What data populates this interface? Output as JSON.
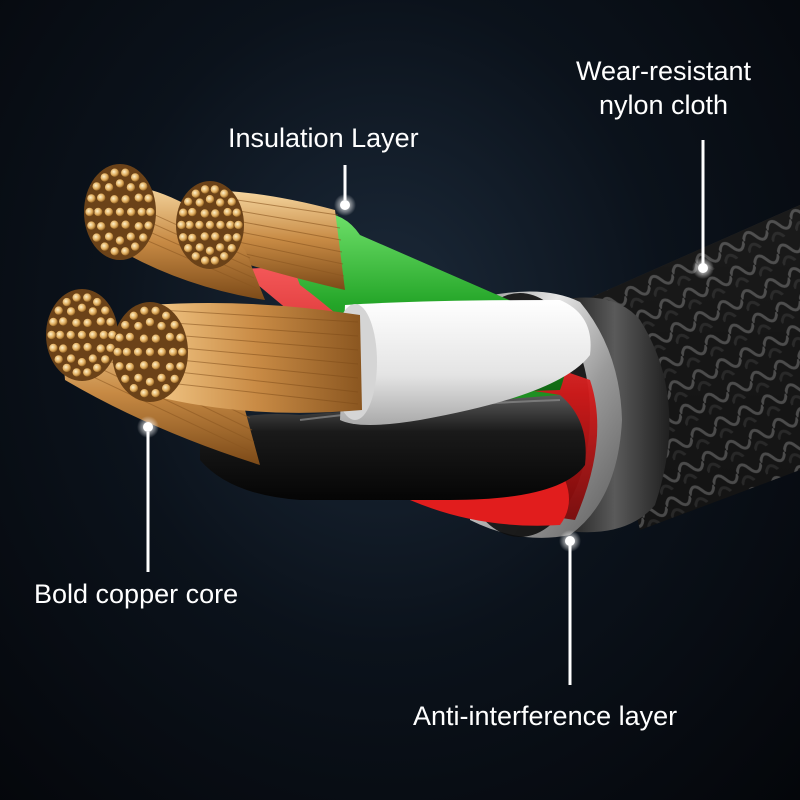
{
  "diagram": {
    "labels": {
      "insulation_layer": "Insulation Layer",
      "wear_resistant": [
        "Wear-resistant",
        "nylon cloth"
      ],
      "bold_copper_core": "Bold copper core",
      "anti_interference": "Anti-interference layer"
    },
    "colors": {
      "background": "#0b121b",
      "copper": "#d9a35a",
      "green_insulation": "#2fae32",
      "red_insulation": "#d21a1a",
      "white_insulation": "#f2f2f2",
      "shield_silver": "#c9c9c9",
      "nylon_braid": "#1a1a1a",
      "callout": "#ffffff"
    },
    "icons": [
      "callout-dot-icon"
    ]
  }
}
